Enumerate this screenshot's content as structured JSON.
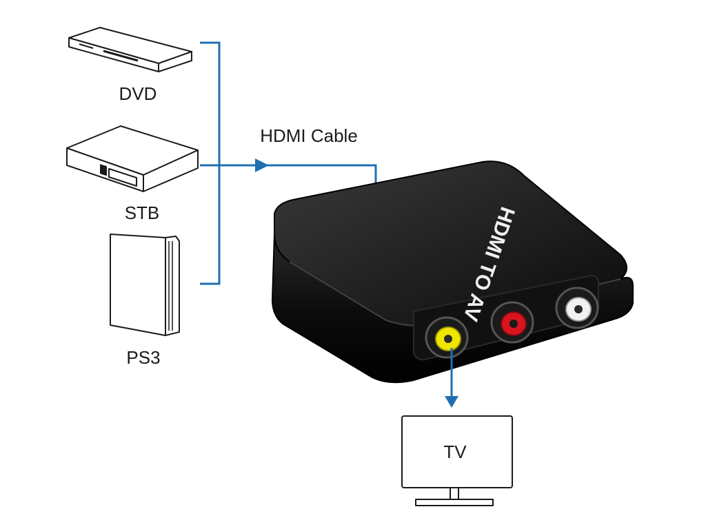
{
  "devices": {
    "dvd": "DVD",
    "stb": "STB",
    "ps3": "PS3"
  },
  "cable_label": "HDMI Cable",
  "converter": {
    "text": "HDMI TO AV",
    "ports": [
      "yellow",
      "red",
      "white"
    ]
  },
  "tv_label": "TV",
  "colors": {
    "line": "#1f6fb2",
    "device_outline": "#1a1a1a",
    "converter_body": "#0d0d0d",
    "port_yellow": "#f2e600",
    "port_red": "#d8141e",
    "port_white": "#f2f2f2"
  }
}
